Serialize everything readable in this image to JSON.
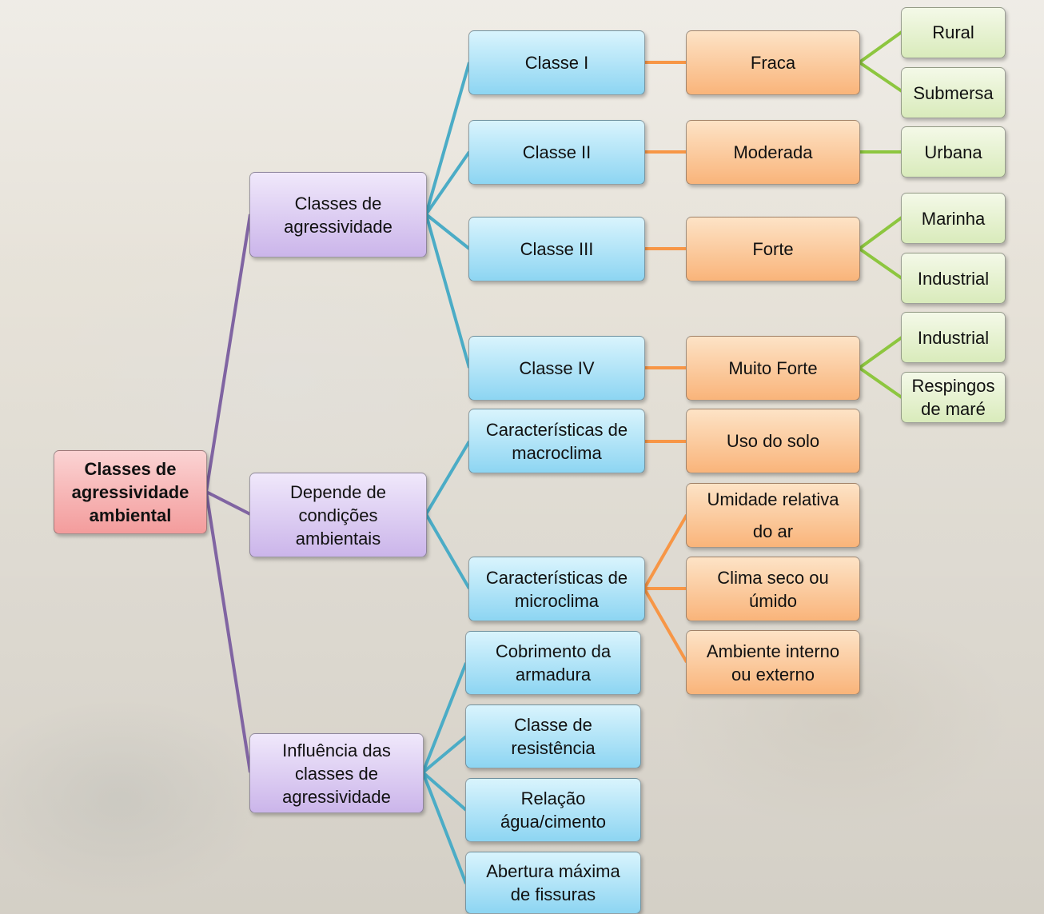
{
  "root": "Classes de\nagressividade\nambiental",
  "level1": {
    "classes": "Classes de\nagressividade",
    "depende": "Depende de\ncondições\nambientais",
    "influencia": "Influência das\nclasses de\nagressividade"
  },
  "classes": [
    {
      "label": "Classe I",
      "agressividade": "Fraca",
      "ambientes": [
        "Rural",
        "Submersa"
      ]
    },
    {
      "label": "Classe II",
      "agressividade": "Moderada",
      "ambientes": [
        "Urbana"
      ]
    },
    {
      "label": "Classe III",
      "agressividade": "Forte",
      "ambientes": [
        "Marinha",
        "Industrial"
      ]
    },
    {
      "label": "Classe IV",
      "agressividade": "Muito Forte",
      "ambientes": [
        "Industrial",
        "Respingos\nde maré"
      ]
    }
  ],
  "condicoes": {
    "macroclima": {
      "label": "Características de\nmacroclima",
      "itens": [
        "Uso do solo"
      ]
    },
    "microclima": {
      "label": "Características de\nmicroclima",
      "itens": [
        "Umidade relativa\ndo ar",
        "Clima seco ou\númido",
        "Ambiente interno\nou externo"
      ]
    }
  },
  "influencia": [
    "Cobrimento da\narmadura",
    "Classe de\nresistência",
    "Relação\nágua/cimento",
    "Abertura máxima\nde fissuras"
  ],
  "colors": {
    "purple_line": "#8064a2",
    "blue_line": "#4bacc6",
    "orange_line": "#f79646",
    "green_line": "#8dc63f"
  }
}
